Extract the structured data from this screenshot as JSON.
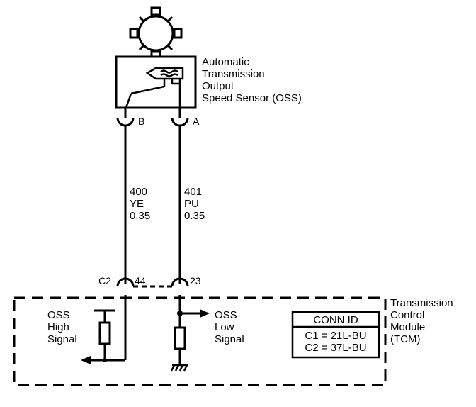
{
  "sensor": {
    "name_lines": [
      "Automatic",
      "Transmission",
      "Output",
      "Speed Sensor (OSS)"
    ],
    "pin_b": "B",
    "pin_a": "A"
  },
  "wires": {
    "left": {
      "circuit": "400",
      "color": "YE",
      "gauge": "0.35"
    },
    "right": {
      "circuit": "401",
      "color": "PU",
      "gauge": "0.35"
    }
  },
  "connector": {
    "name": "C2",
    "pin_left": "44",
    "pin_right": "23"
  },
  "module": {
    "name_lines": [
      "Transmission",
      "Control",
      "Module",
      "(TCM)"
    ],
    "high_signal_lines": [
      "OSS",
      "High",
      "Signal"
    ],
    "low_signal_lines": [
      "OSS",
      "Low",
      "Signal"
    ]
  },
  "conn_id": {
    "title": "CONN ID",
    "rows": [
      "C1 = 21L-BU",
      "C2 = 37L-BU"
    ]
  },
  "icons": [
    "gear-sensor-icon",
    "sensor-coil-icon",
    "ground-icon",
    "resistor-icon",
    "arrow-left-icon",
    "arrow-right-icon"
  ]
}
